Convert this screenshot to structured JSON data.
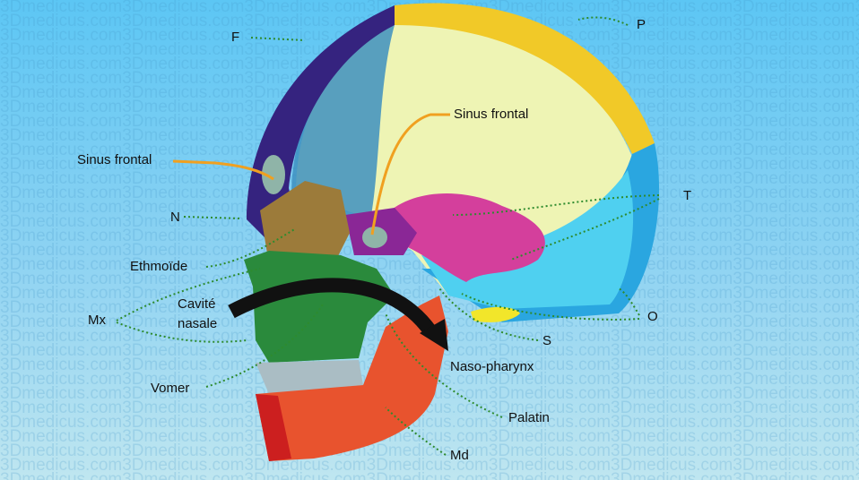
{
  "watermark": "3Dmedicus.com",
  "labels": {
    "F": "F",
    "P": "P",
    "sinus_frontal_right": "Sinus frontal",
    "sinus_frontal_left": "Sinus frontal",
    "T": "T",
    "N": "N",
    "ethmoide": "Ethmoïde",
    "cavite": "Cavité",
    "nasale": "nasale",
    "Mx": "Mx",
    "O": "O",
    "S": "S",
    "naso_pharynx": "Naso-pharynx",
    "vomer": "Vomer",
    "palatin": "Palatin",
    "Md": "Md"
  },
  "colors": {
    "frontal": "#35237f",
    "parietal": "#f1c928",
    "temporal_occipital": "#2aa6e0",
    "cranial_cavity": "#eef4b4",
    "temporal_inner": "#d43f9c",
    "ethmoid": "#9c7b3a",
    "maxilla": "#2a8a3c",
    "mandible": "#e8532e",
    "sphenoid": "#8a2796",
    "leader": "#2e8b2e"
  }
}
